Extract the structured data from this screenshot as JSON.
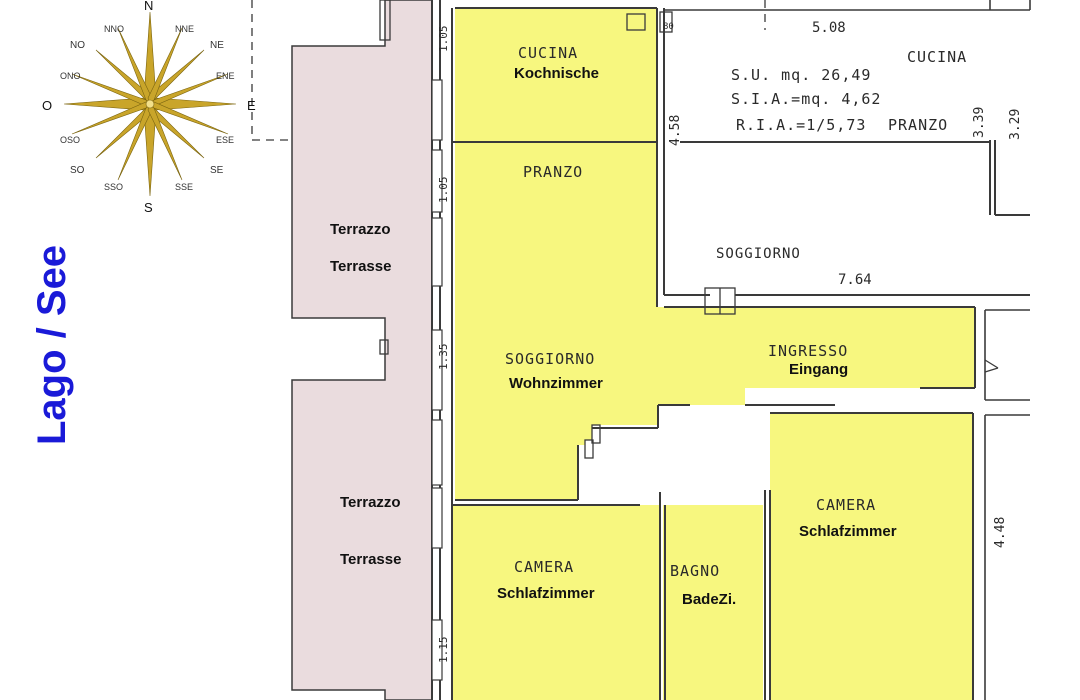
{
  "compass": {
    "n": "N",
    "s": "S",
    "o": "O",
    "e": "E",
    "no": "NO",
    "ne": "NE",
    "so": "SO",
    "se": "SE",
    "nno": "NNO",
    "nne": "NNE",
    "ono": "ONO",
    "ene": "ENE",
    "oso": "OSO",
    "ese": "ESE",
    "sso": "SSO",
    "sse": "SSE"
  },
  "lake_label": "Lago / See",
  "terraces": [
    {
      "it": "Terrazzo",
      "de": "Terrasse"
    },
    {
      "it": "Terrazzo",
      "de": "Terrasse"
    }
  ],
  "rooms": {
    "cucina": {
      "it": "CUCINA",
      "de": "Kochnische"
    },
    "pranzo": {
      "it": "PRANZO"
    },
    "soggiorno": {
      "it": "SOGGIORNO",
      "de": "Wohnzimmer"
    },
    "ingresso": {
      "it": "INGRESSO",
      "de": "Eingang"
    },
    "camera_left": {
      "it": "CAMERA",
      "de": "Schlafzimmer"
    },
    "bagno": {
      "it": "BAGNO",
      "de": "BadeZi."
    },
    "camera_right": {
      "it": "CAMERA",
      "de": "Schlafzimmer"
    }
  },
  "neighbor": {
    "cucina": "CUCINA",
    "pranzo": "PRANZO",
    "soggiorno": "SOGGIORNO",
    "su": "S.U. mq. 26,49",
    "sia": "S.I.A.=mq. 4,62",
    "ria": "R.I.A.=1/5,73"
  },
  "dimensions": {
    "top_width": "5.08",
    "soggiorno_width": "7.64",
    "h_458": "4.58",
    "h_339": "3.39",
    "h_329": "3.29",
    "h_448": "4.48",
    "win1": "1.05",
    "win2": "1.05",
    "win3": "1.35",
    "win4": "1.15",
    "small_80": "80"
  },
  "colors": {
    "room_fill": "#f7f77f",
    "terrace_fill": "#eadcde",
    "wall": "#3a3a3a",
    "lake_text": "#1a1ad8",
    "compass_gold": "#c9a52a"
  }
}
